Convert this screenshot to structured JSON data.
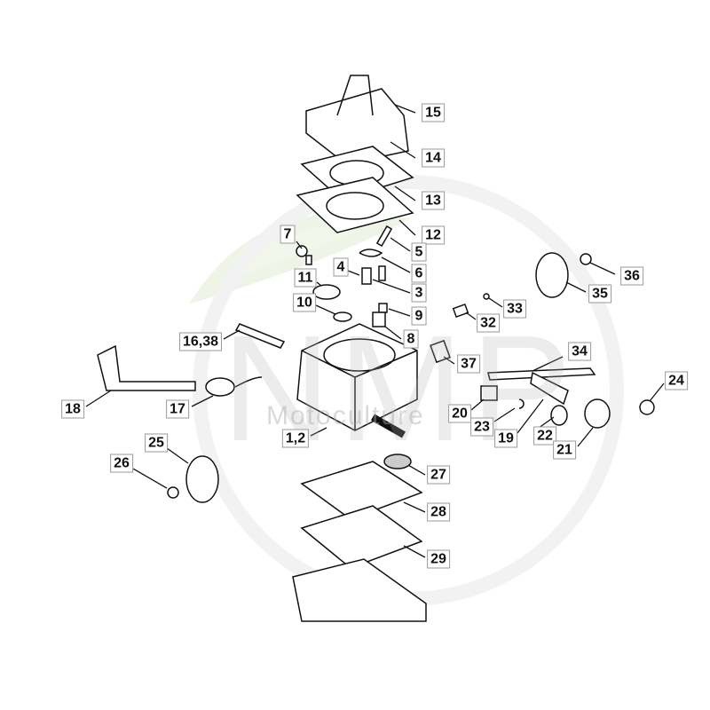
{
  "watermark": {
    "logo": "NMP",
    "text": "Motoculture",
    "leaf_color": "#e8f2dc"
  },
  "callouts": [
    {
      "id": "15",
      "text": "15"
    },
    {
      "id": "14",
      "text": "14"
    },
    {
      "id": "13",
      "text": "13"
    },
    {
      "id": "12",
      "text": "12"
    },
    {
      "id": "7",
      "text": "7"
    },
    {
      "id": "5",
      "text": "5"
    },
    {
      "id": "6",
      "text": "6"
    },
    {
      "id": "4",
      "text": "4"
    },
    {
      "id": "3",
      "text": "3"
    },
    {
      "id": "11",
      "text": "11"
    },
    {
      "id": "10",
      "text": "10"
    },
    {
      "id": "9",
      "text": "9"
    },
    {
      "id": "8",
      "text": "8"
    },
    {
      "id": "16_38",
      "text": "16,38"
    },
    {
      "id": "37",
      "text": "37"
    },
    {
      "id": "34",
      "text": "34"
    },
    {
      "id": "33",
      "text": "33"
    },
    {
      "id": "32",
      "text": "32"
    },
    {
      "id": "36",
      "text": "36"
    },
    {
      "id": "35",
      "text": "35"
    },
    {
      "id": "24",
      "text": "24"
    },
    {
      "id": "20",
      "text": "20"
    },
    {
      "id": "23",
      "text": "23"
    },
    {
      "id": "19",
      "text": "19"
    },
    {
      "id": "22",
      "text": "22"
    },
    {
      "id": "21",
      "text": "21"
    },
    {
      "id": "18",
      "text": "18"
    },
    {
      "id": "17",
      "text": "17"
    },
    {
      "id": "1_2",
      "text": "1,2"
    },
    {
      "id": "25",
      "text": "25"
    },
    {
      "id": "26",
      "text": "26"
    },
    {
      "id": "27",
      "text": "27"
    },
    {
      "id": "28",
      "text": "28"
    },
    {
      "id": "29",
      "text": "29"
    }
  ]
}
